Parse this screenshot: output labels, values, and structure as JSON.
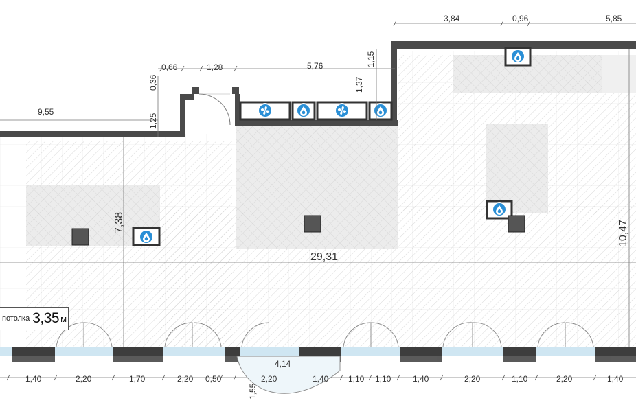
{
  "dimensions": {
    "top_left_length": "9,55",
    "top_seg_a": "0,66",
    "top_seg_b": "1,28",
    "top_seg_c": "5,76",
    "top_right_a": "3,84",
    "top_right_b": "0,96",
    "top_right_c": "5,85",
    "vertical_a": "0,36",
    "vertical_b": "1,25",
    "vertical_c": "1,37",
    "vertical_d": "1,15",
    "vertical_depth": "7,38",
    "overall_width": "29,31",
    "overall_depth": "10,47",
    "bay_dim": "4,14",
    "bay_depth": "1,55",
    "bottom": [
      "1,40",
      "2,20",
      "1,70",
      "2,20",
      "0,50",
      "2,20",
      "1,40",
      "1,10",
      "1,10",
      "1,40",
      "2,20",
      "1,10",
      "2,20",
      "1,40"
    ]
  },
  "ceiling": {
    "label": "потолка",
    "value": "3,35",
    "unit": "м"
  },
  "icons": [
    "fan-icon",
    "water-drop-icon"
  ],
  "colors": {
    "wall": "#4a4a4a",
    "column": "#555555",
    "icon_blue": "#2a8fd6",
    "glass": "#cfe6f2"
  }
}
